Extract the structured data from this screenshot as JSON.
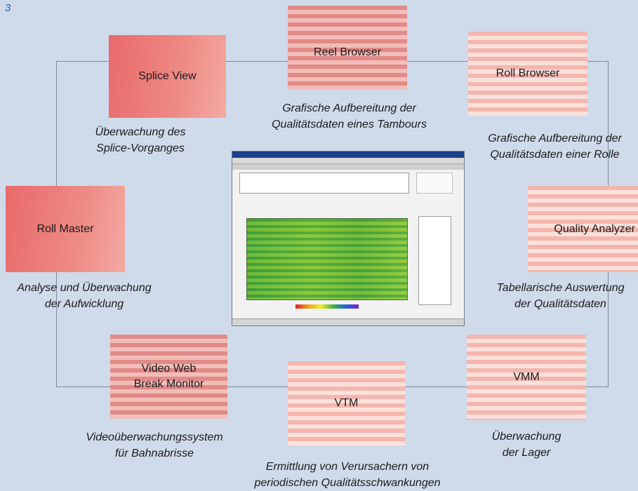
{
  "figure_number": "3",
  "center_image_label": "",
  "modules": {
    "splice_view": {
      "label": "Splice View",
      "description": "Überwachung des\nSplice-Vorganges"
    },
    "reel_browser": {
      "label": "Reel Browser",
      "description": "Grafische Aufbereitung der\nQualitätsdaten eines Tambours"
    },
    "roll_browser": {
      "label": "Roll Browser",
      "description": "Grafische Aufbereitung der\nQualitätsdaten einer Rolle"
    },
    "roll_master": {
      "label": "Roll Master",
      "description": "Analyse und Überwachung\nder Aufwicklung"
    },
    "quality_analyzer": {
      "label": "Quality Analyzer",
      "description": "Tabellarische Auswertung\nder Qualitätsdaten"
    },
    "video_web": {
      "label": "Video Web\nBreak Monitor",
      "description": "Videoüberwachungssystem\nfür Bahnabrisse"
    },
    "vtm": {
      "label": "VTM",
      "description": "Ermittlung von Verursachern von\nperiodischen Qualitätsschwankungen"
    },
    "vmm": {
      "label": "VMM",
      "description": "Überwachung\nder Lager"
    }
  },
  "colors": {
    "background": "#cfdbeb",
    "box_solid": "#e86a6a",
    "box_stripe_light": "#fbe1db",
    "box_stripe": "#f4b6ae",
    "figure_number": "#1f5fb0"
  }
}
